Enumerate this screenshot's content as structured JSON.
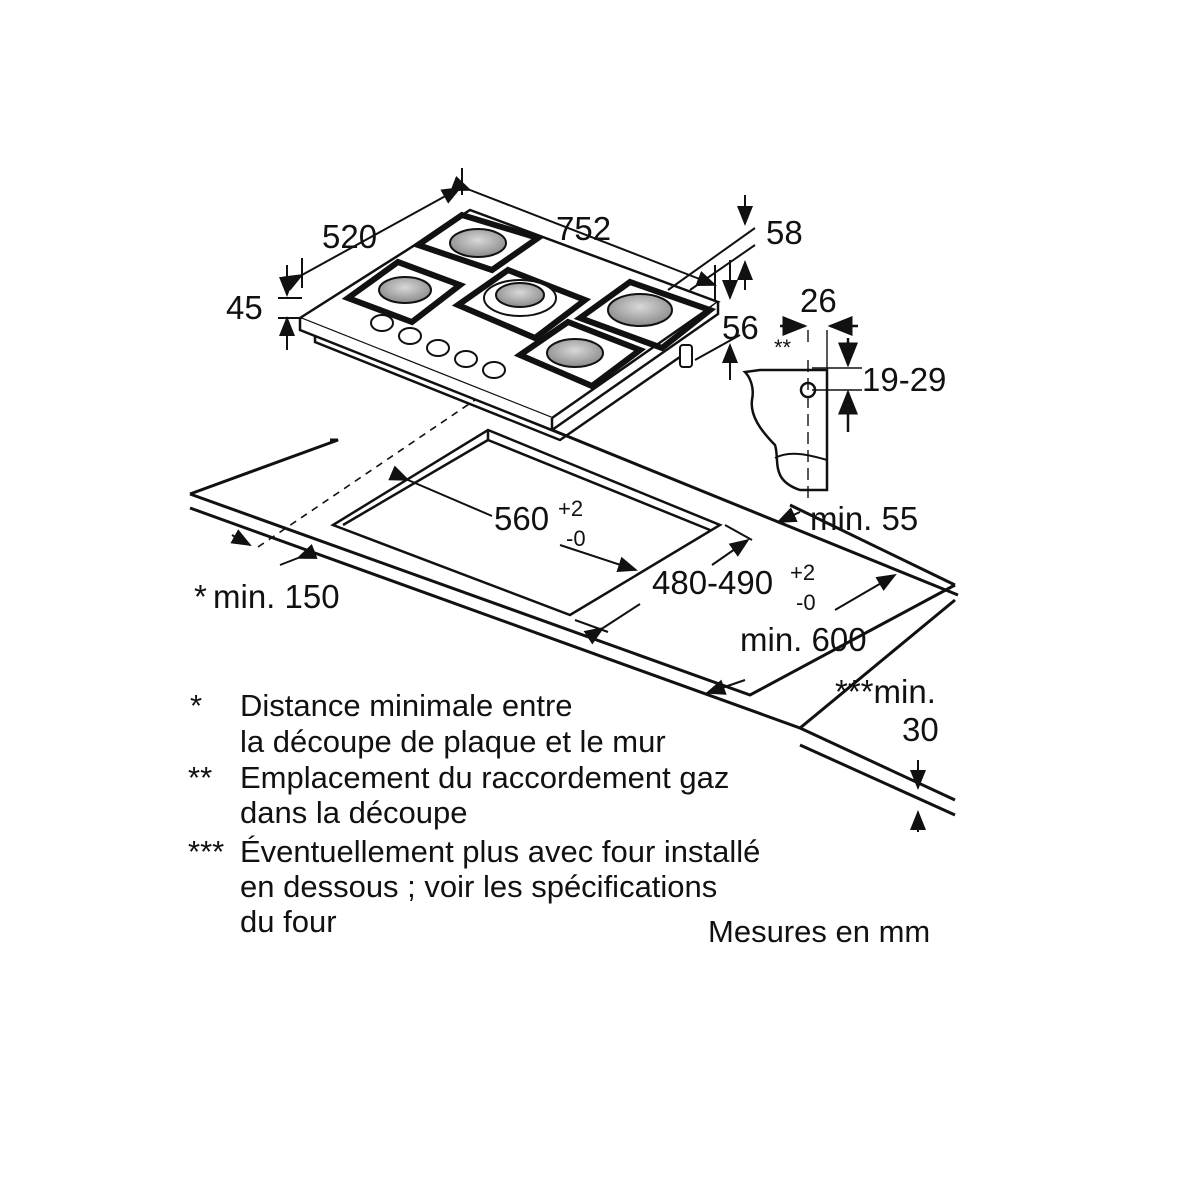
{
  "dimensions": {
    "width_752": "752",
    "depth_520": "520",
    "height_45": "45",
    "offset_58": "58",
    "offset_56": "56",
    "gas_26": "26",
    "gas_marker": "**",
    "gas_19_29": "19-29",
    "cutout_560": "560",
    "cutout_560_tol_plus": "+2",
    "cutout_560_tol_minus": "-0",
    "cutout_480_490": "480-490",
    "cutout_480_tol_plus": "+2",
    "cutout_480_tol_minus": "-0",
    "min_55": "min. 55",
    "min_150_marker": "*",
    "min_150": "min. 150",
    "min_600": "min. 600",
    "min_30_marker": "***min.",
    "min_30_value": "30"
  },
  "footnotes": [
    {
      "mark": "*",
      "line1": "Distance minimale entre",
      "line2": "la découpe de plaque et le mur",
      "line3": ""
    },
    {
      "mark": "**",
      "line1": "Emplacement du raccordement gaz",
      "line2": "dans la découpe",
      "line3": ""
    },
    {
      "mark": "***",
      "line1": "Éventuellement plus avec four installé",
      "line2": "en dessous ; voir les spécifications",
      "line3": "du four"
    }
  ],
  "units_note": "Mesures en mm",
  "colors": {
    "line": "#111111",
    "burner": "#9a9a9a",
    "background": "#ffffff"
  }
}
